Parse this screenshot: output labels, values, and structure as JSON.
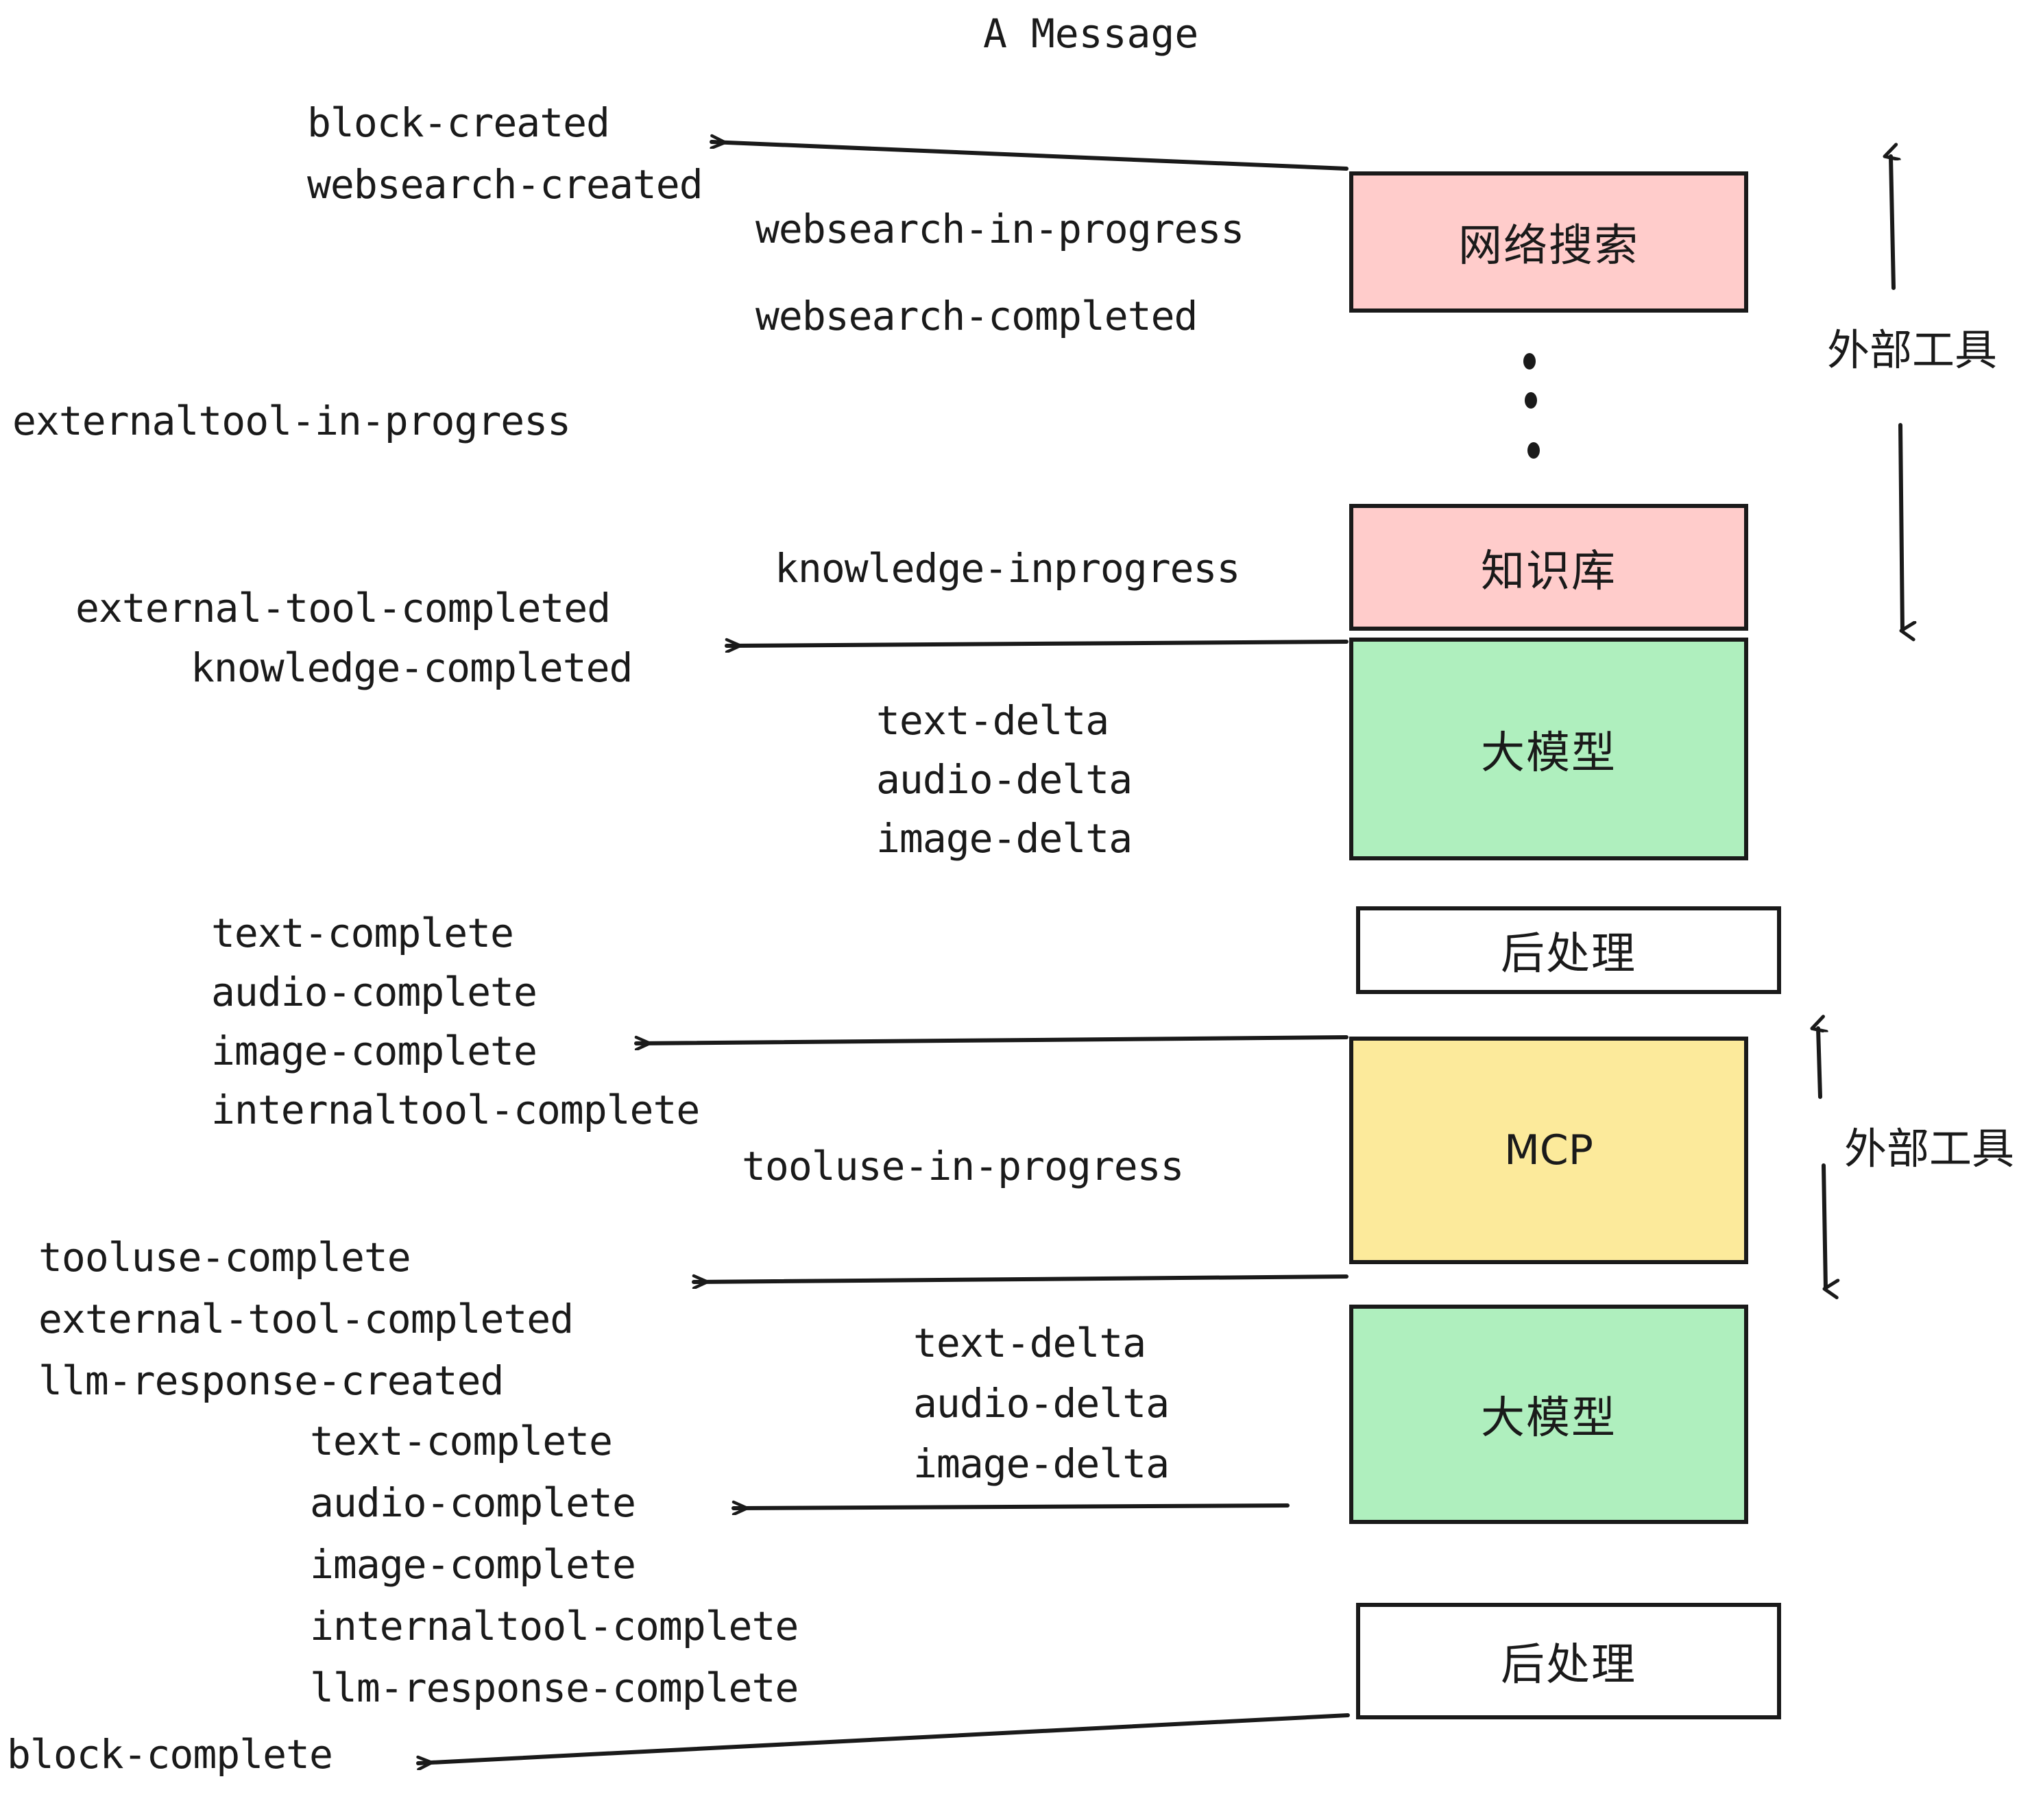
{
  "diagram": {
    "title": "A Message",
    "colors": {
      "pink": "#FFCCCB",
      "green": "#AFEFBE",
      "yellow": "#FCEA9B",
      "white": "#FFFFFF",
      "stroke": "#1A1A1A"
    },
    "nodes": [
      {
        "id": "websearch",
        "label": "网络搜索",
        "fill": "pink"
      },
      {
        "id": "knowledge",
        "label": "知识库",
        "fill": "pink"
      },
      {
        "id": "llm-1",
        "label": "大模型",
        "fill": "green"
      },
      {
        "id": "postprocess-1",
        "label": "后处理",
        "fill": "white"
      },
      {
        "id": "mcp",
        "label": "MCP",
        "fill": "yellow"
      },
      {
        "id": "llm-2",
        "label": "大模型",
        "fill": "green"
      },
      {
        "id": "postprocess-2",
        "label": "后处理",
        "fill": "white"
      }
    ],
    "side_labels": [
      {
        "id": "external-tool-top",
        "label": "外部工具"
      },
      {
        "id": "external-tool-bottom",
        "label": "外部工具"
      }
    ],
    "events": [
      {
        "id": "block-created",
        "label": "block-created"
      },
      {
        "id": "websearch-created",
        "label": "websearch-created"
      },
      {
        "id": "websearch-in-progress",
        "label": "websearch-in-progress"
      },
      {
        "id": "websearch-completed",
        "label": "websearch-completed"
      },
      {
        "id": "externaltool-in-progress",
        "label": "externaltool-in-progress"
      },
      {
        "id": "knowledge-inprogress",
        "label": "knowledge-inprogress"
      },
      {
        "id": "external-tool-completed-1",
        "label": "external-tool-completed"
      },
      {
        "id": "knowledge-completed",
        "label": "knowledge-completed"
      },
      {
        "id": "text-delta-1",
        "label": "text-delta"
      },
      {
        "id": "audio-delta-1",
        "label": "audio-delta"
      },
      {
        "id": "image-delta-1",
        "label": "image-delta"
      },
      {
        "id": "text-complete-1",
        "label": "text-complete"
      },
      {
        "id": "audio-complete-1",
        "label": "audio-complete"
      },
      {
        "id": "image-complete-1",
        "label": "image-complete"
      },
      {
        "id": "internaltool-complete-1",
        "label": "internaltool-complete"
      },
      {
        "id": "tooluse-in-progress",
        "label": "tooluse-in-progress"
      },
      {
        "id": "tooluse-complete",
        "label": "tooluse-complete"
      },
      {
        "id": "external-tool-completed-2",
        "label": "external-tool-completed"
      },
      {
        "id": "llm-response-created",
        "label": "llm-response-created"
      },
      {
        "id": "text-delta-2",
        "label": "text-delta"
      },
      {
        "id": "audio-delta-2",
        "label": "audio-delta"
      },
      {
        "id": "image-delta-2",
        "label": "image-delta"
      },
      {
        "id": "text-complete-2",
        "label": "text-complete"
      },
      {
        "id": "audio-complete-2",
        "label": "audio-complete"
      },
      {
        "id": "image-complete-2",
        "label": "image-complete"
      },
      {
        "id": "internaltool-complete-2",
        "label": "internaltool-complete"
      },
      {
        "id": "llm-response-complete",
        "label": "llm-response-complete"
      },
      {
        "id": "block-complete",
        "label": "block-complete"
      }
    ]
  }
}
